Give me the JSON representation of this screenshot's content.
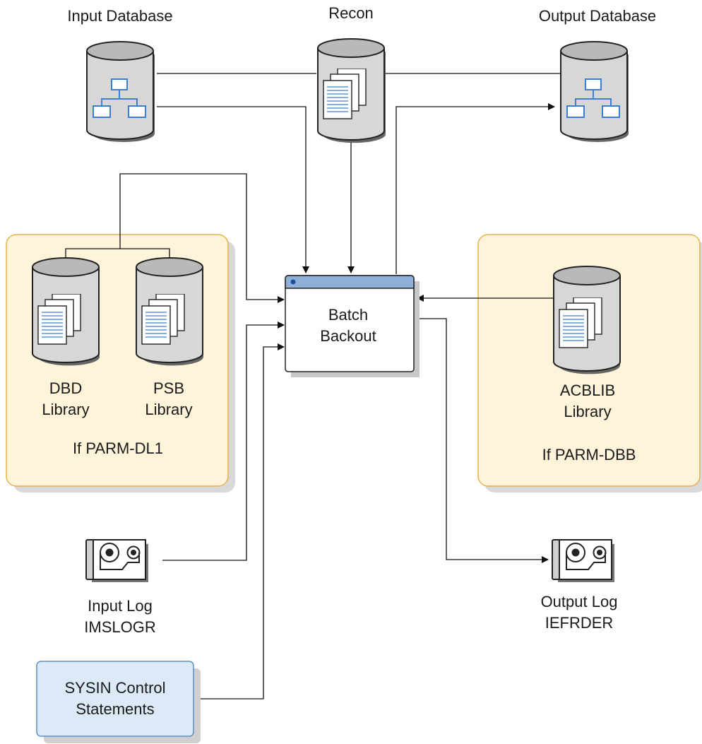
{
  "input_database": "Input Database",
  "recon": "Recon",
  "output_database": "Output Database",
  "batch_backout": {
    "line1": "Batch",
    "line2": "Backout"
  },
  "dbd_library": {
    "line1": "DBD",
    "line2": "Library"
  },
  "psb_library": {
    "line1": "PSB",
    "line2": "Library"
  },
  "parm_dl1": "If PARM-DL1",
  "acblib_library": {
    "line1": "ACBLIB",
    "line2": "Library"
  },
  "parm_dbb": "If PARM-DBB",
  "input_log": {
    "line1": "Input Log",
    "line2": "IMSLOGR"
  },
  "output_log": {
    "line1": "Output Log",
    "line2": "IEFRDER"
  },
  "sysin": {
    "line1": "SYSIN Control",
    "line2": "Statements"
  },
  "colors": {
    "cylinder": "#d7d7d7",
    "cylinder_top": "#b9b9b9",
    "group_fill": "#fff4d9",
    "group_border": "#e8b04a",
    "window_bar": "#8fb0d9",
    "sysin_fill": "#dce9f7",
    "sysin_border": "#5a8fc8",
    "icon_blue": "#3b7fd1"
  }
}
